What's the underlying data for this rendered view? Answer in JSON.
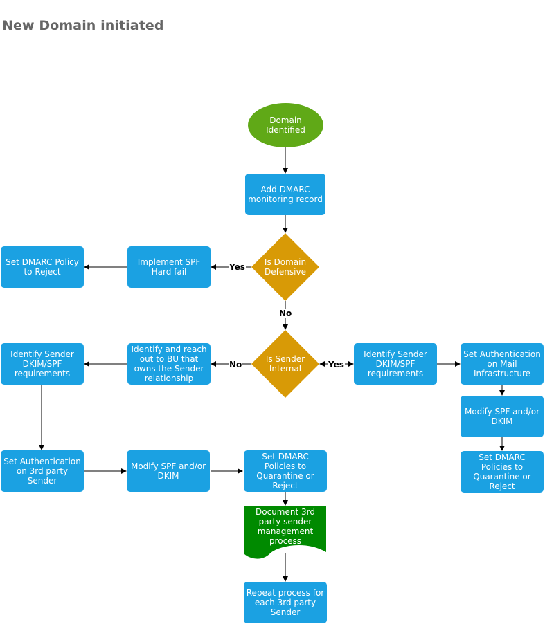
{
  "page": {
    "title": "New Domain initiated"
  },
  "colors": {
    "process": "#1ba1e2",
    "start": "#60a917",
    "decision": "#d89a06",
    "document": "#008a00",
    "line": "#000000"
  },
  "nodes": {
    "domain_identified": "Domain Identified",
    "add_dmarc": "Add DMARC monitoring record",
    "is_domain_defensive": "Is Domain Defensive",
    "implement_spf": "Implement SPF Hard fail",
    "set_dmarc_reject": "Set DMARC Policy to Reject",
    "is_sender_internal": "Is Sender Internal",
    "identify_reach_bu": "Identify and reach out to BU that owns the Sender relationship",
    "identify_sender_left": "Identify Sender DKIM/SPF requirements",
    "identify_sender_right": "Identify Sender DKIM/SPF requirements",
    "set_auth_mail": "Set Authentication on Mail Infrastructure",
    "modify_spf_right": "Modify SPF and/or DKIM",
    "set_dmarc_policies_right": "Set DMARC Policies to Quarantine or Reject",
    "set_auth_3rd": "Set Authentication on 3rd party Sender",
    "modify_spf_left": "Modify SPF and/or DKIM",
    "set_dmarc_policies_mid": "Set DMARC Policies to Quarantine or Reject",
    "document_3rd": "Document 3rd party sender management process",
    "repeat_process": "Repeat process for each 3rd party Sender"
  },
  "edge_labels": {
    "yes_defensive": "Yes",
    "no_defensive": "No",
    "no_internal": "No",
    "yes_internal": "Yes"
  }
}
